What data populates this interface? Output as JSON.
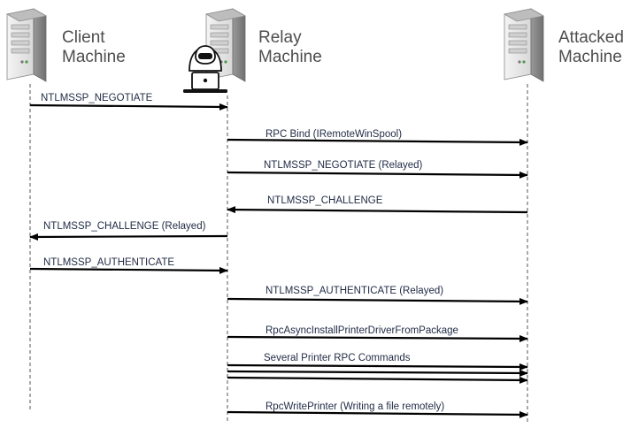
{
  "actors": [
    {
      "id": "client",
      "line1": "Client",
      "line2": "Machine",
      "icon": "server-icon"
    },
    {
      "id": "relay",
      "line1": "Relay",
      "line2": "Machine",
      "icon": "server-icon",
      "overlay_icon": "hacker-laptop-icon"
    },
    {
      "id": "attacked",
      "line1": "Attacked",
      "line2": "Machine",
      "icon": "server-icon"
    }
  ],
  "messages": [
    {
      "label": "NTLMSSP_NEGOTIATE",
      "from": "client",
      "to": "relay"
    },
    {
      "label": "RPC Bind (IRemoteWinSpool)",
      "from": "relay",
      "to": "attacked"
    },
    {
      "label": "NTLMSSP_NEGOTIATE (Relayed)",
      "from": "relay",
      "to": "attacked"
    },
    {
      "label": "NTLMSSP_CHALLENGE",
      "from": "attacked",
      "to": "relay"
    },
    {
      "label": "NTLMSSP_CHALLENGE (Relayed)",
      "from": "relay",
      "to": "client"
    },
    {
      "label": "NTLMSSP_AUTHENTICATE",
      "from": "client",
      "to": "relay"
    },
    {
      "label": "NTLMSSP_AUTHENTICATE (Relayed)",
      "from": "relay",
      "to": "attacked"
    },
    {
      "label": "RpcAsyncInstallPrinterDriverFromPackage",
      "from": "relay",
      "to": "attacked"
    },
    {
      "label": "Several Printer RPC Commands",
      "from": "relay",
      "to": "attacked",
      "arrow_count": 3
    },
    {
      "label": "RpcWritePrinter (Writing a file remotely)",
      "from": "relay",
      "to": "attacked"
    }
  ],
  "colors": {
    "arrow": "#000000",
    "lifeline": "#555555",
    "actor_text": "#4d4d4d",
    "message_text": "#1f2a44"
  }
}
